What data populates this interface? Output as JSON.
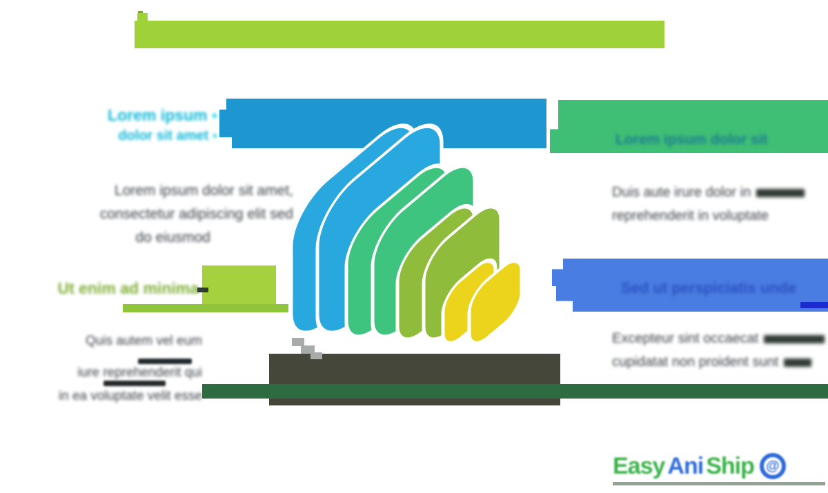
{
  "title_bar": {
    "text": ""
  },
  "palette": {
    "title_bar_green": "#9FD238",
    "ribbon_azure": "#1E97D0",
    "ribbon_green": "#3FBF75",
    "ribbon_royal_blue": "#4A7DE2",
    "ribbon_blue_dark_strip": "#1C2BD0",
    "label_cyan": "#0FB8D8",
    "label_cyan_bright": "#25DCEC",
    "label_olive": "#7FAE35",
    "block_yellow_green": "#A5D13E",
    "body_text": "#3B4249",
    "dark_block": "#45473A",
    "green_strip": "#2E6B40"
  },
  "callouts": {
    "top_left": {
      "label_lines": [
        {
          "text": "Lorem ipsum",
          "suffix": "▪"
        },
        {
          "text": "dolor sit amet",
          "suffix": "▪"
        }
      ],
      "body_lines": [
        "Lorem ipsum dolor sit amet,",
        "consectetur adipiscing elit sed",
        "do eiusmod"
      ]
    },
    "top_right": {
      "banner_label": "Lorem ipsum dolor sit",
      "body_lines": [
        "Duis aute irure dolor in",
        "reprehenderit in voluptate"
      ]
    },
    "bottom_left": {
      "label": "Ut enim ad minima",
      "body_lines": [
        "Quis autem vel eum",
        "iure reprehenderit qui",
        "in ea voluptate velit esse"
      ]
    },
    "bottom_right": {
      "banner_label": "Sed ut perspiciatis unde",
      "body_lines": [
        "Excepteur sint occaecat",
        "cupidatat non proident sunt"
      ]
    }
  },
  "logo": {
    "layers": [
      {
        "name": "blue",
        "color": "#29A8E0"
      },
      {
        "name": "green",
        "color": "#3EC47E"
      },
      {
        "name": "olive",
        "color": "#8FBC3A"
      },
      {
        "name": "yellow",
        "color": "#ECD41D"
      }
    ]
  },
  "watermark": {
    "segments": [
      {
        "text": "Easy",
        "color": "#3BB24A"
      },
      {
        "text": "Ani",
        "color": "#2E6BD9"
      },
      {
        "text": "Ship",
        "color": "#3BB24A"
      }
    ],
    "icon": "globe-icon",
    "icon_glyph": "@"
  }
}
